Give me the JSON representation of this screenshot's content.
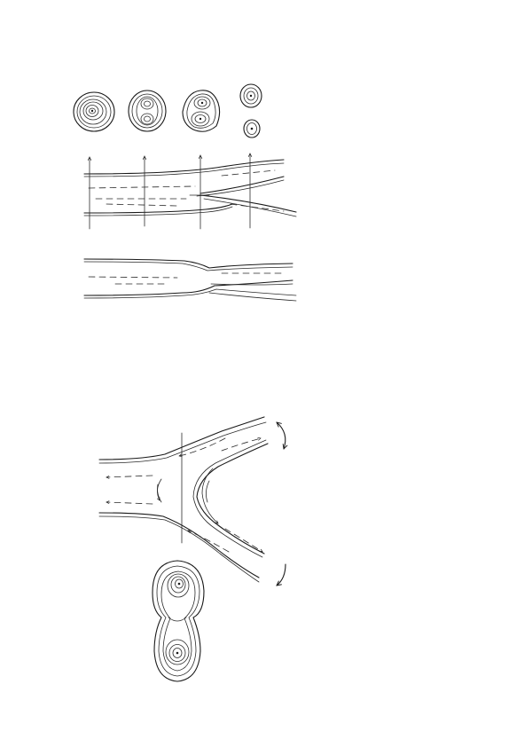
{
  "page": {
    "background": "#ffffff",
    "ink_color": "#1a1a1a"
  },
  "figures": [
    {
      "name": "cross-sections-row",
      "icon": "concentric-rings"
    },
    {
      "name": "branching-stem-with-section-lines",
      "icon": "stem-fork"
    },
    {
      "name": "merging-stem",
      "icon": "stem-merge"
    },
    {
      "name": "y-fork-flow-diagram",
      "icon": "flow-arrows"
    },
    {
      "name": "dumbbell-cross-section",
      "icon": "double-ring"
    }
  ]
}
